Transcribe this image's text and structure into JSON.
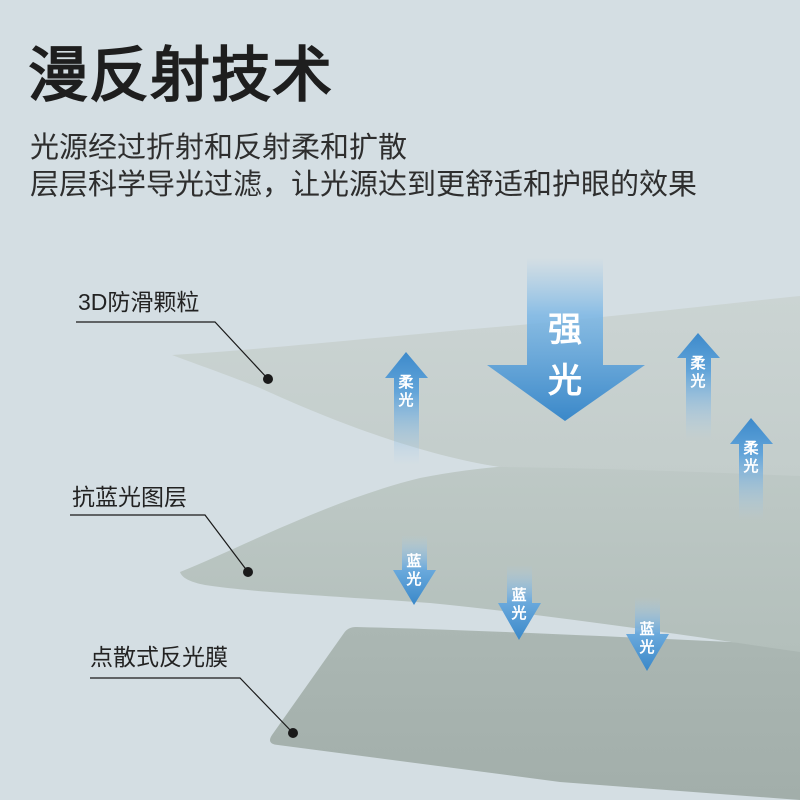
{
  "title": "漫反射技术",
  "subtitle": {
    "line1": "光源经过折射和反射柔和扩散",
    "line2": "层层科学导光过滤，让光源达到更舒适和护眼的效果"
  },
  "layers": [
    {
      "label": "3D防滑颗粒"
    },
    {
      "label": "抗蓝光图层"
    },
    {
      "label": "点散式反光膜"
    }
  ],
  "arrows": {
    "strong_light": "强光",
    "soft_light": [
      "柔光",
      "柔光",
      "柔光"
    ],
    "blue_light": [
      "蓝光",
      "蓝光",
      "蓝光"
    ]
  },
  "colors": {
    "background": "#d4dee3",
    "arrow_blue": "#3a88c9",
    "layer_top": "#c7d0ce",
    "layer_middle": "#b8c3c0",
    "layer_bottom": "#a6b2ae",
    "text": "#1e1e1e"
  }
}
